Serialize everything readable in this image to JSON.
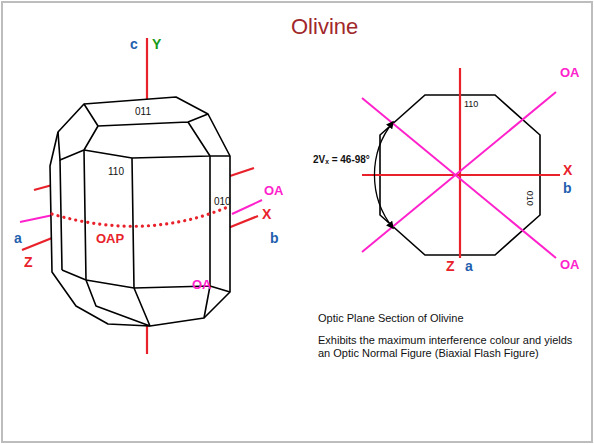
{
  "diagram": {
    "title": "Olivine",
    "labels": [
      "c",
      "Y",
      "011",
      "110",
      "a",
      "Z",
      "OAP",
      "010",
      "OA",
      "X",
      "b",
      "OA",
      "110",
      "2Vₓ = 46-98°",
      "OA",
      "X",
      "b",
      "010",
      "OA",
      "Z",
      "a",
      "Optic Plane Section of Olivine",
      "Exhibits the maximum interference colour and yields an Optic Normal Figure (Biaxial Flash Figure)"
    ]
  }
}
